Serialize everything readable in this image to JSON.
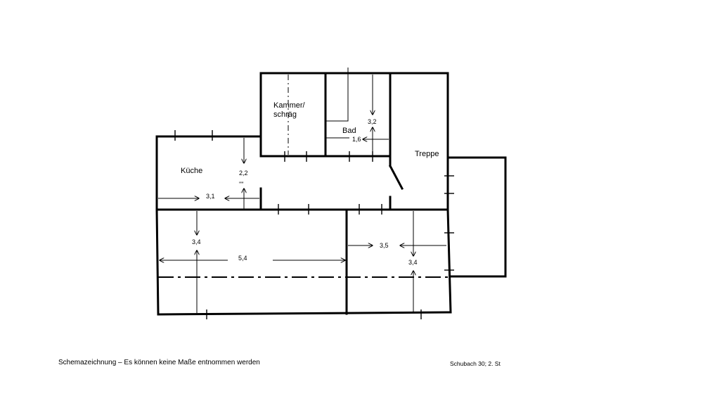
{
  "rooms": {
    "kammer_line1": "Kammer/",
    "kammer_line2": "schräg",
    "bad": "Bad",
    "kueche": "Küche",
    "treppe": "Treppe"
  },
  "dimensions": {
    "bad_height": "3,2",
    "bad_width": "1,6",
    "kueche_height": "2,2",
    "kueche_width": "3,1",
    "room_left_height": "3,4",
    "room_left_width": "5,4",
    "room_right_width": "3,5",
    "room_right_height": "3,4",
    "mark": "\"\""
  },
  "footer": {
    "caption": "Schemazeichnung – Es können keine Maße entnommen werden",
    "address": "Schubach 30; 2. St"
  }
}
